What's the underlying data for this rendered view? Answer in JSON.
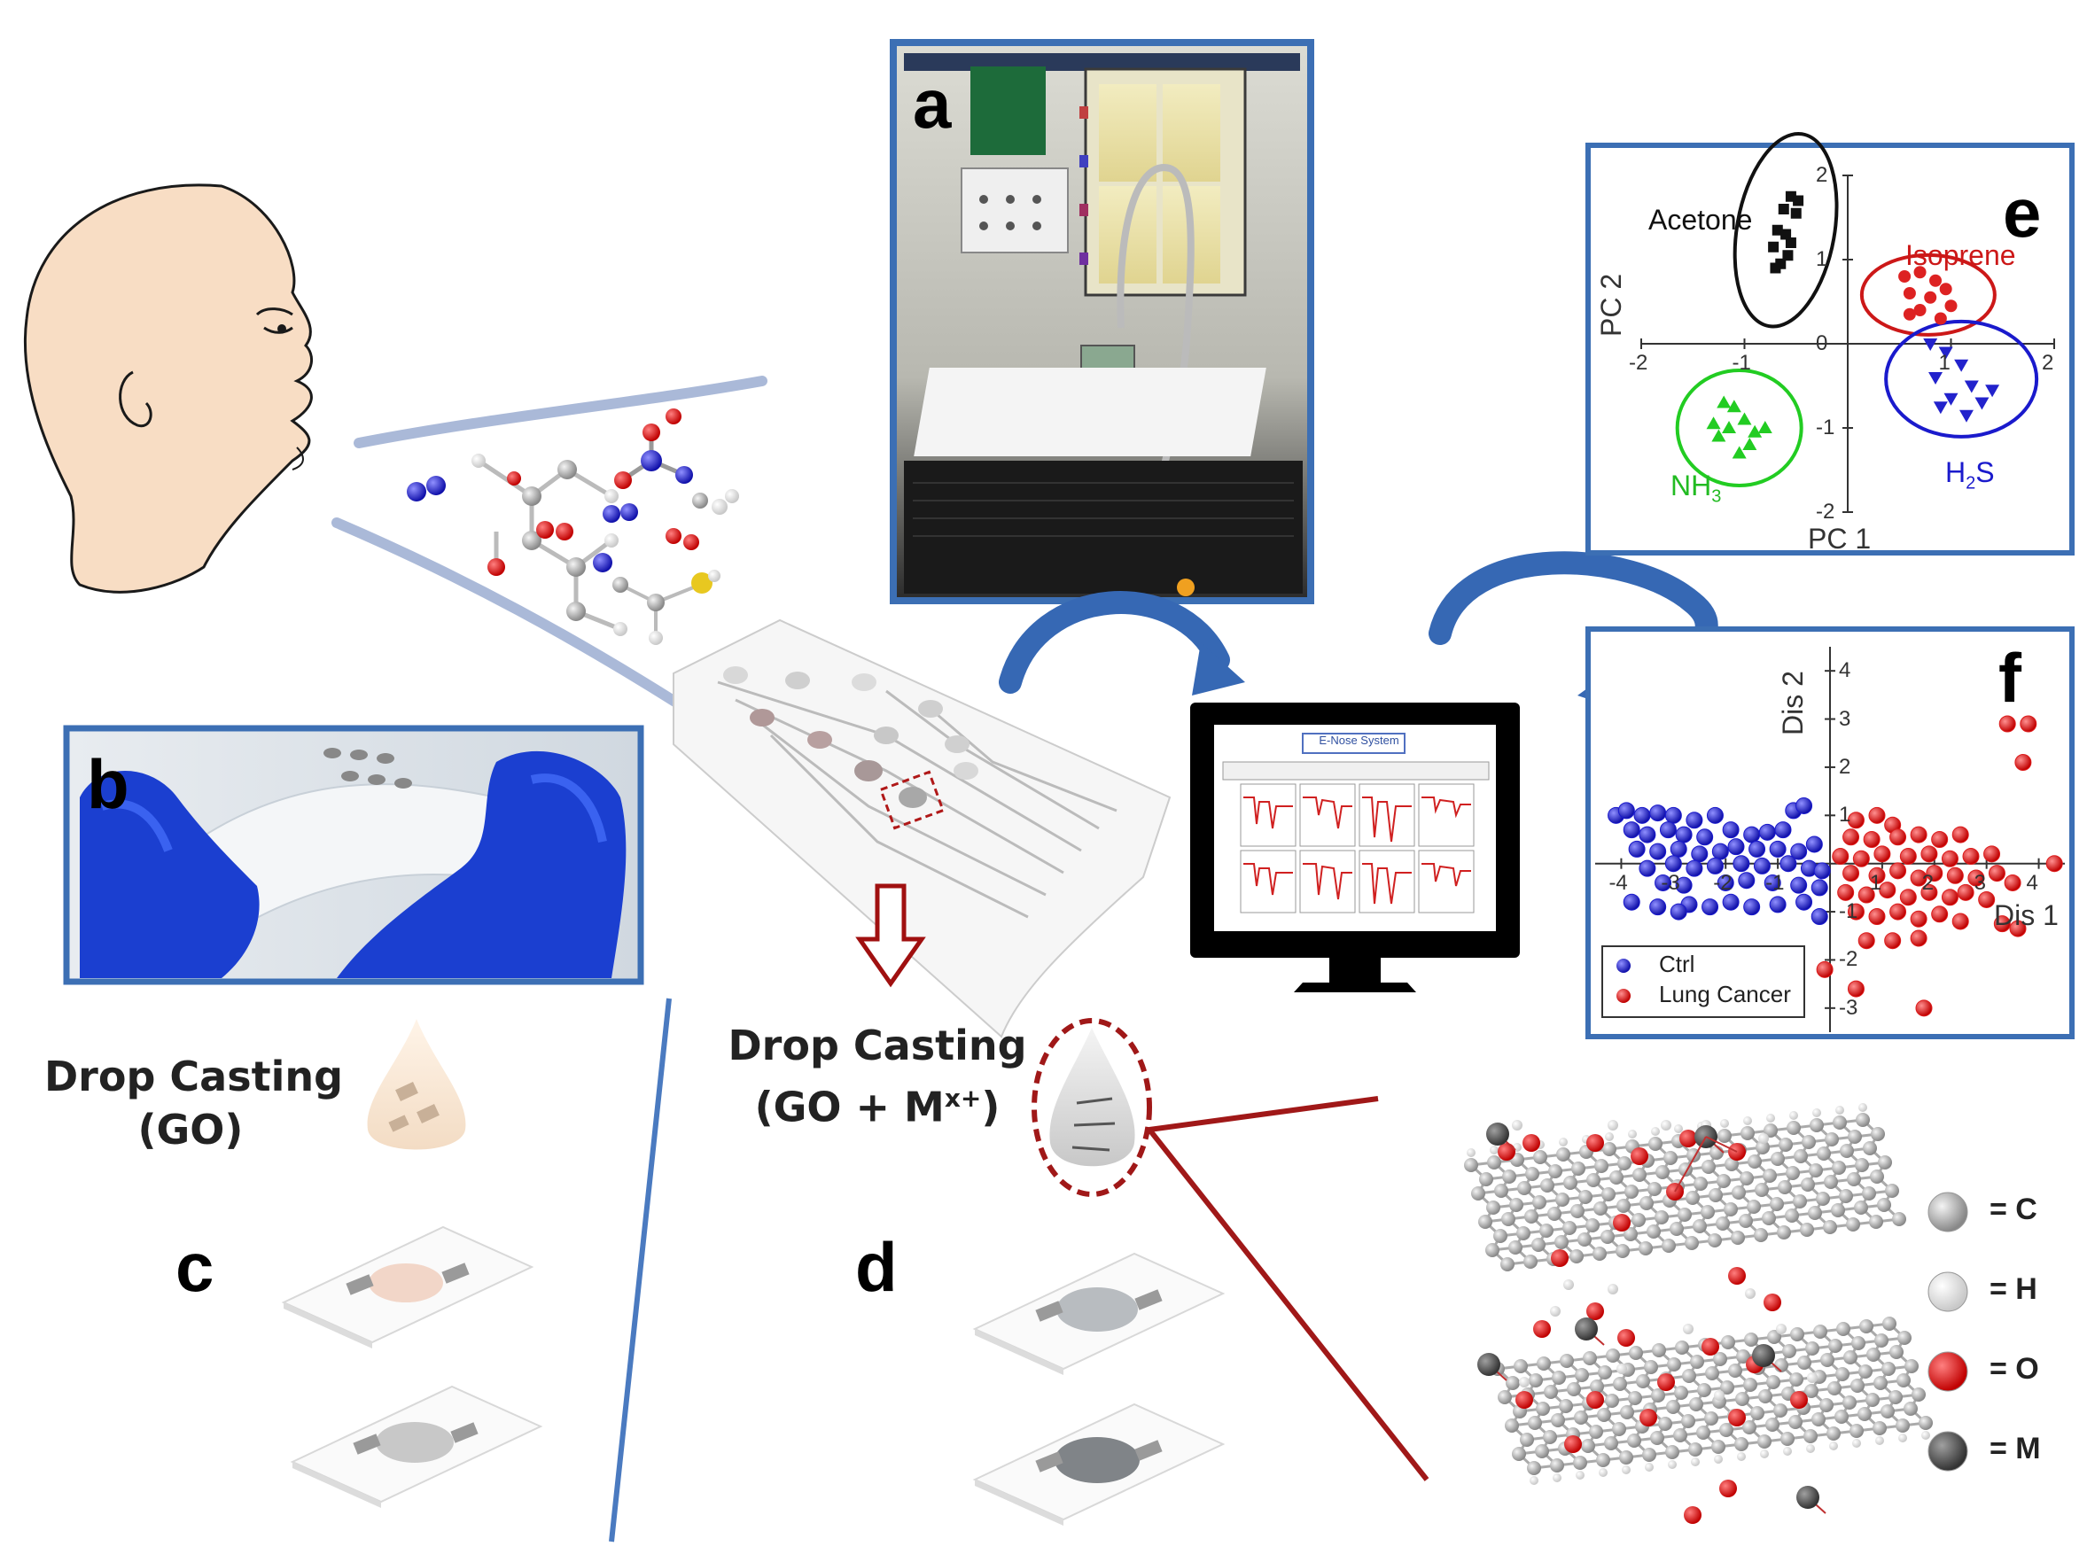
{
  "panels": {
    "a": "a",
    "b": "b",
    "c": "c",
    "d": "d",
    "e": "e",
    "f": "f"
  },
  "captions": {
    "go_line1": "Drop Casting",
    "go_line2": "(GO)",
    "gom_line1": "Drop Casting",
    "gom_line2_base": "(GO + M",
    "gom_line2_sup": "x+",
    "gom_line2_end": ")"
  },
  "legend_atoms": [
    {
      "label": "= C",
      "color": "#b8b8b8"
    },
    {
      "label": "= H",
      "color": "#f2f2f2"
    },
    {
      "label": "= O",
      "color": "#e01010"
    },
    {
      "label": "= M",
      "color": "#555555"
    }
  ],
  "monitor": {
    "title": "E-Nose System"
  },
  "chart_data": [
    {
      "type": "scatter",
      "panel": "e",
      "xlabel": "PC 1",
      "ylabel": "PC 2",
      "xlim": [
        -2,
        2
      ],
      "ylim": [
        -2,
        2
      ],
      "x_ticks": [
        "-2",
        "-1",
        "0",
        "1",
        "2"
      ],
      "y_ticks": [
        "2",
        "1",
        "0",
        "-1",
        "-2"
      ],
      "groups": [
        {
          "name": "Acetone",
          "color": "#111111",
          "marker": "square",
          "points": [
            [
              -0.55,
              1.75
            ],
            [
              -0.48,
              1.7
            ],
            [
              -0.62,
              1.6
            ],
            [
              -0.5,
              1.55
            ],
            [
              -0.68,
              1.35
            ],
            [
              -0.6,
              1.3
            ],
            [
              -0.72,
              1.15
            ],
            [
              -0.58,
              1.05
            ],
            [
              -0.65,
              0.95
            ],
            [
              -0.7,
              0.9
            ],
            [
              -0.55,
              1.2
            ]
          ]
        },
        {
          "name": "Isoprene",
          "color": "#dd2222",
          "marker": "circle",
          "points": [
            [
              0.55,
              0.8
            ],
            [
              0.7,
              0.85
            ],
            [
              0.85,
              0.75
            ],
            [
              0.6,
              0.6
            ],
            [
              0.8,
              0.55
            ],
            [
              0.95,
              0.65
            ],
            [
              0.7,
              0.4
            ],
            [
              0.9,
              0.3
            ],
            [
              0.6,
              0.35
            ],
            [
              1.0,
              0.45
            ]
          ]
        },
        {
          "name": "NH3",
          "color": "#22cc22",
          "marker": "triangle",
          "points": [
            [
              -1.2,
              -0.7
            ],
            [
              -1.1,
              -0.75
            ],
            [
              -1.0,
              -0.9
            ],
            [
              -1.15,
              -1.0
            ],
            [
              -0.9,
              -1.05
            ],
            [
              -1.25,
              -1.1
            ],
            [
              -0.95,
              -1.2
            ],
            [
              -1.05,
              -1.3
            ],
            [
              -0.8,
              -1.0
            ],
            [
              -1.3,
              -0.95
            ]
          ]
        },
        {
          "name": "H2S",
          "color": "#2222cc",
          "marker": "triangle-down",
          "points": [
            [
              0.8,
              0.0
            ],
            [
              0.95,
              -0.1
            ],
            [
              1.1,
              -0.25
            ],
            [
              0.85,
              -0.4
            ],
            [
              1.2,
              -0.5
            ],
            [
              1.0,
              -0.65
            ],
            [
              1.3,
              -0.7
            ],
            [
              1.15,
              -0.85
            ],
            [
              1.4,
              -0.55
            ],
            [
              0.9,
              -0.75
            ]
          ]
        }
      ],
      "labels": {
        "acetone": "Acetone",
        "isoprene": "Isoprene",
        "nh3_base": "NH",
        "nh3_sub": "3",
        "h2s_base": "H",
        "h2s_sub": "2",
        "h2s_end": "S"
      }
    },
    {
      "type": "scatter",
      "panel": "f",
      "xlabel": "Dis 1",
      "ylabel": "Dis 2",
      "xlim": [
        -4.5,
        4.5
      ],
      "ylim": [
        -3.5,
        4.5
      ],
      "x_ticks": [
        "-4",
        "-3",
        "-2",
        "-1",
        "1",
        "2",
        "3",
        "4"
      ],
      "y_ticks": [
        "4",
        "3",
        "2",
        "1",
        "-1",
        "-2",
        "-3"
      ],
      "series": [
        {
          "name": "Ctrl",
          "color": "#1a1acc",
          "points": [
            [
              -4.1,
              1.0
            ],
            [
              -3.9,
              1.1
            ],
            [
              -3.6,
              1.0
            ],
            [
              -3.3,
              1.05
            ],
            [
              -3.0,
              1.0
            ],
            [
              -2.6,
              0.9
            ],
            [
              -2.2,
              1.0
            ],
            [
              -0.7,
              1.1
            ],
            [
              -0.5,
              1.2
            ],
            [
              -3.8,
              0.7
            ],
            [
              -3.5,
              0.6
            ],
            [
              -3.1,
              0.7
            ],
            [
              -2.8,
              0.6
            ],
            [
              -2.4,
              0.55
            ],
            [
              -1.9,
              0.7
            ],
            [
              -1.5,
              0.6
            ],
            [
              -1.2,
              0.65
            ],
            [
              -0.9,
              0.7
            ],
            [
              -3.7,
              0.3
            ],
            [
              -3.3,
              0.25
            ],
            [
              -2.9,
              0.3
            ],
            [
              -2.5,
              0.2
            ],
            [
              -2.1,
              0.25
            ],
            [
              -1.8,
              0.35
            ],
            [
              -1.4,
              0.3
            ],
            [
              -1.0,
              0.3
            ],
            [
              -0.6,
              0.25
            ],
            [
              -0.3,
              0.4
            ],
            [
              -3.5,
              -0.1
            ],
            [
              -3.0,
              0.0
            ],
            [
              -2.6,
              -0.1
            ],
            [
              -2.2,
              -0.05
            ],
            [
              -1.7,
              0.0
            ],
            [
              -1.3,
              -0.05
            ],
            [
              -0.8,
              0.0
            ],
            [
              -0.4,
              -0.1
            ],
            [
              -0.15,
              -0.15
            ],
            [
              -3.2,
              -0.4
            ],
            [
              -2.8,
              -0.45
            ],
            [
              -2.0,
              -0.4
            ],
            [
              -1.6,
              -0.35
            ],
            [
              -1.1,
              -0.4
            ],
            [
              -0.6,
              -0.45
            ],
            [
              -0.2,
              -0.5
            ],
            [
              -3.8,
              -0.8
            ],
            [
              -3.3,
              -0.9
            ],
            [
              -2.7,
              -0.85
            ],
            [
              -2.3,
              -0.9
            ],
            [
              -1.9,
              -0.8
            ],
            [
              -1.5,
              -0.9
            ],
            [
              -1.0,
              -0.85
            ],
            [
              -0.5,
              -0.8
            ],
            [
              -0.2,
              -1.1
            ],
            [
              -2.9,
              -1.0
            ]
          ]
        },
        {
          "name": "Lung Cancer",
          "color": "#dd1c1c",
          "points": [
            [
              3.4,
              2.9
            ],
            [
              3.8,
              2.9
            ],
            [
              3.7,
              2.1
            ],
            [
              0.5,
              0.9
            ],
            [
              0.9,
              1.0
            ],
            [
              1.2,
              0.8
            ],
            [
              0.4,
              0.55
            ],
            [
              0.8,
              0.5
            ],
            [
              1.3,
              0.55
            ],
            [
              1.7,
              0.6
            ],
            [
              2.1,
              0.5
            ],
            [
              2.5,
              0.6
            ],
            [
              0.2,
              0.15
            ],
            [
              0.6,
              0.1
            ],
            [
              1.0,
              0.2
            ],
            [
              1.5,
              0.15
            ],
            [
              1.9,
              0.2
            ],
            [
              2.3,
              0.1
            ],
            [
              2.7,
              0.15
            ],
            [
              3.1,
              0.2
            ],
            [
              0.4,
              -0.2
            ],
            [
              0.9,
              -0.25
            ],
            [
              1.3,
              -0.15
            ],
            [
              1.7,
              -0.3
            ],
            [
              2.0,
              -0.2
            ],
            [
              2.4,
              -0.25
            ],
            [
              2.8,
              -0.3
            ],
            [
              3.2,
              -0.2
            ],
            [
              3.5,
              -0.4
            ],
            [
              0.3,
              -0.6
            ],
            [
              0.7,
              -0.65
            ],
            [
              1.1,
              -0.55
            ],
            [
              1.5,
              -0.7
            ],
            [
              1.9,
              -0.6
            ],
            [
              2.3,
              -0.7
            ],
            [
              2.6,
              -0.6
            ],
            [
              3.0,
              -0.75
            ],
            [
              0.5,
              -1.0
            ],
            [
              0.9,
              -1.1
            ],
            [
              1.3,
              -1.0
            ],
            [
              1.7,
              -1.15
            ],
            [
              2.1,
              -1.05
            ],
            [
              2.5,
              -1.2
            ],
            [
              3.6,
              -1.35
            ],
            [
              0.7,
              -1.6
            ],
            [
              1.2,
              -1.6
            ],
            [
              1.7,
              -1.55
            ],
            [
              -0.1,
              -2.2
            ],
            [
              0.5,
              -2.6
            ],
            [
              1.8,
              -3.0
            ],
            [
              4.3,
              0.0
            ],
            [
              3.3,
              -1.25
            ]
          ]
        }
      ]
    }
  ]
}
